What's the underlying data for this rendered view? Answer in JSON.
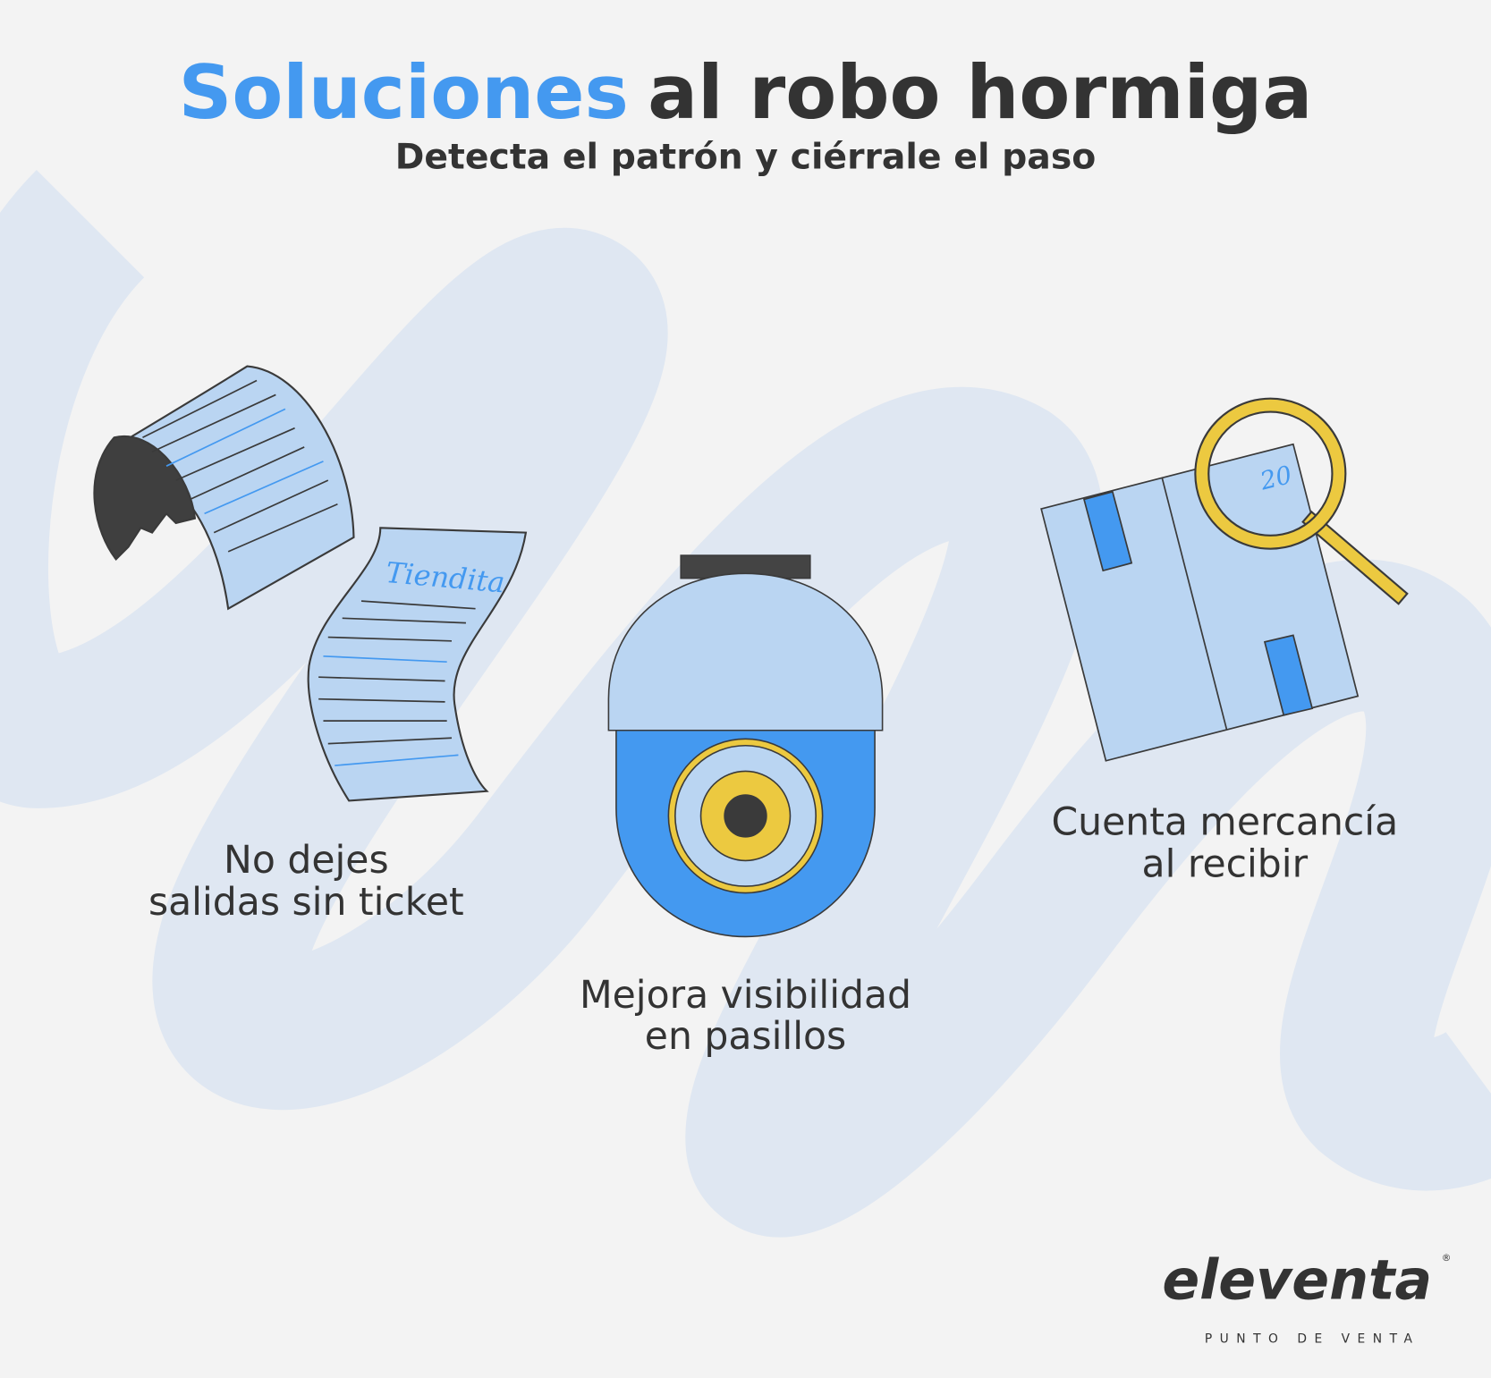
{
  "header": {
    "title_highlight": "Soluciones",
    "title_rest": "al robo hormiga",
    "subtitle": "Detecta el patrón y ciérrale el paso"
  },
  "items": [
    {
      "icon": "receipt-icon",
      "receipt_store_name": "Tiendita",
      "lines": [
        "No dejes",
        "salidas sin ticket"
      ]
    },
    {
      "icon": "security-camera-icon",
      "lines": [
        "Mejora visibilidad",
        "en pasillos"
      ]
    },
    {
      "icon": "box-magnifier-icon",
      "box_count": "20",
      "lines": [
        "Cuenta mercancía",
        "al recibir"
      ]
    }
  ],
  "logo": {
    "name": "eleventa",
    "tagline": "PUNTO DE VENTA",
    "registered": "®"
  },
  "colors": {
    "background": "#f3f3f3",
    "accent_blue": "#4499f0",
    "light_blue": "#bad5f2",
    "squiggle": "#dfe7f2",
    "yellow": "#ecc940",
    "dark": "#3a3a3a"
  }
}
